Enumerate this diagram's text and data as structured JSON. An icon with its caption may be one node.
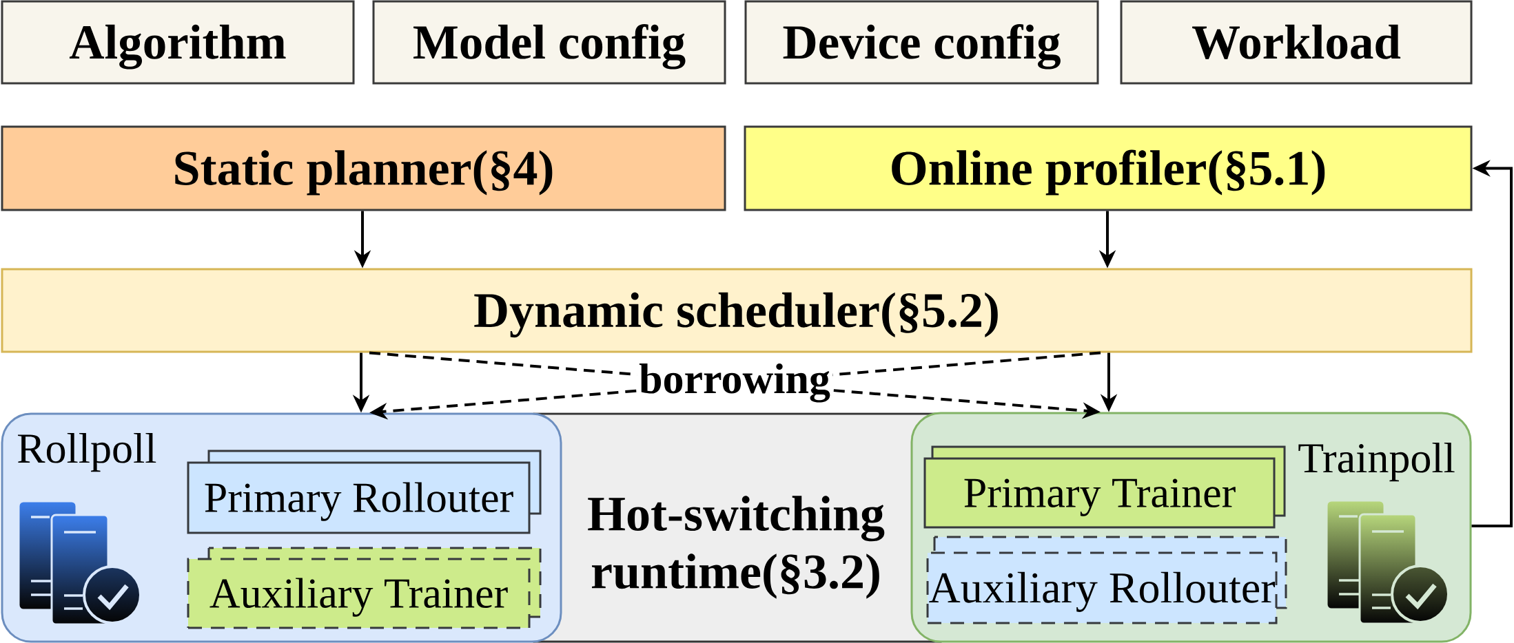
{
  "diagram": {
    "nodes": [
      {
        "text": [
          "Algorithm"
        ]
      },
      {
        "text": [
          "Model config"
        ]
      },
      {
        "text": [
          "Device config"
        ]
      },
      {
        "text": [
          "Workload"
        ]
      },
      {
        "text": [
          "Static planner(§4)"
        ]
      },
      {
        "text": [
          "Online profiler(§5.1)"
        ]
      },
      {
        "text": [
          "Dynamic scheduler(§5.2)"
        ]
      },
      {
        "text": [
          "Rollpoll"
        ]
      },
      {
        "text": [
          "Primary Rollouter"
        ],
        "in": 7
      },
      {
        "text": [
          "Auxiliary Trainer"
        ],
        "in": 7
      },
      {
        "text": [
          "Hot-switching runtime(§3.2)"
        ]
      },
      {
        "text": [
          "Trainpoll"
        ]
      },
      {
        "text": [
          "Primary Trainer"
        ],
        "in": 11
      },
      {
        "text": [
          "Auxiliary Rollouter"
        ],
        "in": 11
      }
    ],
    "edges": [
      {
        "from": 4,
        "to": 6,
        "arrow": "to"
      },
      {
        "from": 5,
        "to": 6,
        "arrow": "to"
      },
      {
        "from": 6,
        "to": 7,
        "arrow": "to"
      },
      {
        "from": 6,
        "to": 11,
        "arrow": "to"
      },
      {
        "from": 6,
        "to": 11,
        "arrow": "to",
        "style": "dashed",
        "label": "borrowing"
      },
      {
        "from": 6,
        "to": 7,
        "arrow": "to",
        "style": "dashed"
      },
      {
        "from": 11,
        "to": 5,
        "arrow": "to"
      }
    ]
  }
}
